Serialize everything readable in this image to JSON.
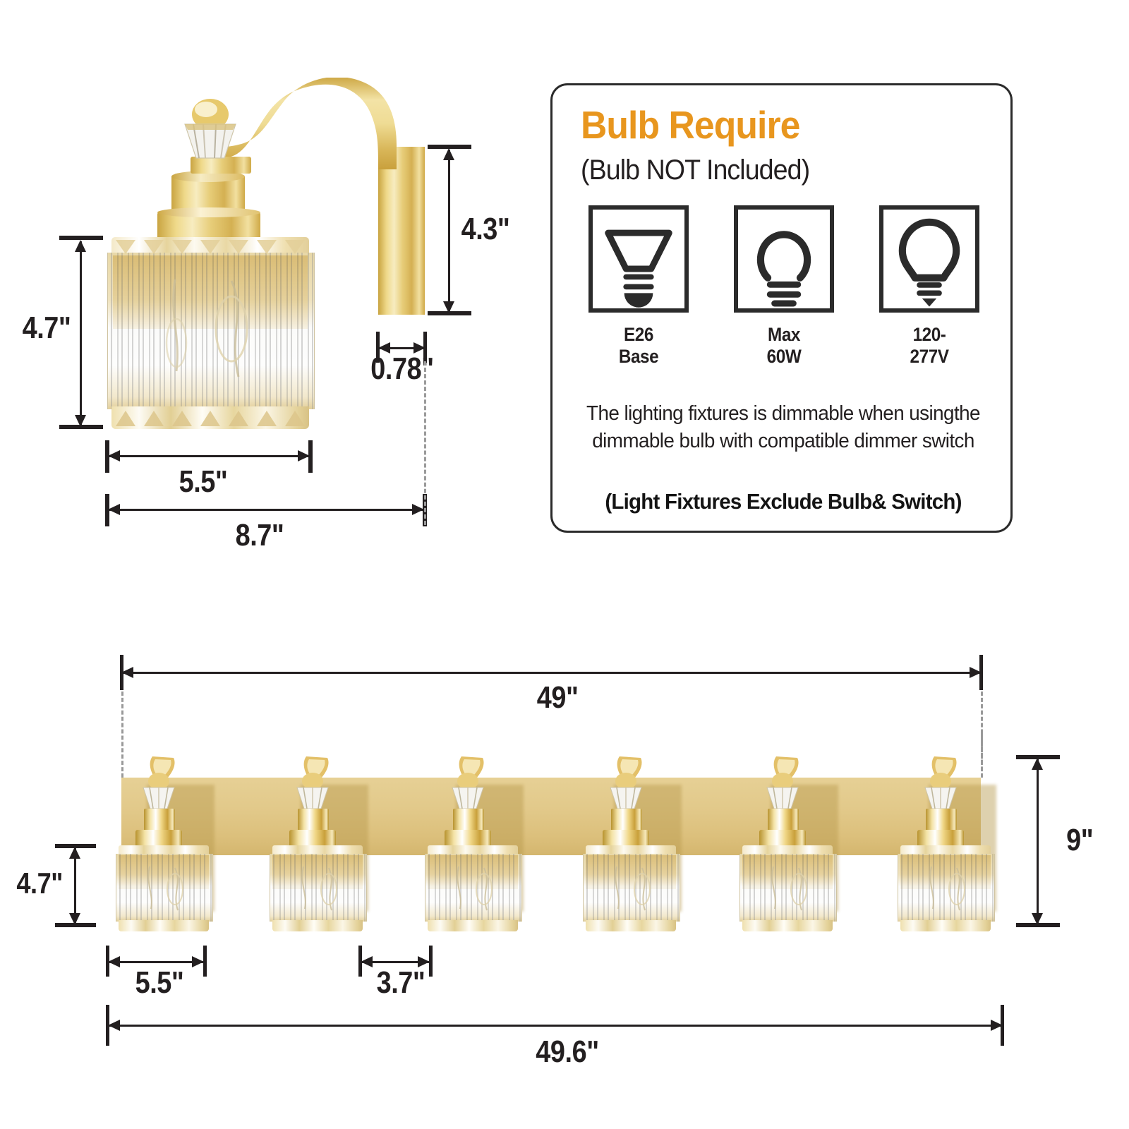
{
  "product": {
    "type": "crystal-vanity-light-fixture",
    "lights": 6,
    "finish_color": "#E0C882",
    "accent_color": "#E8961E"
  },
  "info_box": {
    "title": "Bulb Require",
    "subtitle": "(Bulb NOT Included)",
    "icons": [
      {
        "name": "bulb-base-icon",
        "label_line1": "E26",
        "label_line2": "Base"
      },
      {
        "name": "bulb-wattage-icon",
        "label_line1": "Max",
        "label_line2": "60W"
      },
      {
        "name": "bulb-voltage-icon",
        "label_line1": "120-",
        "label_line2": "277V"
      }
    ],
    "dimmable_note": "The lighting fixtures is dimmable when usingthe dimmable bulb with compatible dimmer switch",
    "exclude_note": "(Light Fixtures Exclude Bulb& Switch)"
  },
  "single_sconce_dimensions": {
    "shade_height": "4.7\"",
    "shade_width": "5.5\"",
    "total_depth": "8.7\"",
    "backplate_height": "4.3\"",
    "backplate_depth": "0.78\""
  },
  "full_fixture_dimensions": {
    "bar_length": "49\"",
    "overall_length": "49.6\"",
    "overall_height": "9\"",
    "shade_height": "4.7\"",
    "shade_width": "5.5\"",
    "shade_gap": "3.7\""
  }
}
